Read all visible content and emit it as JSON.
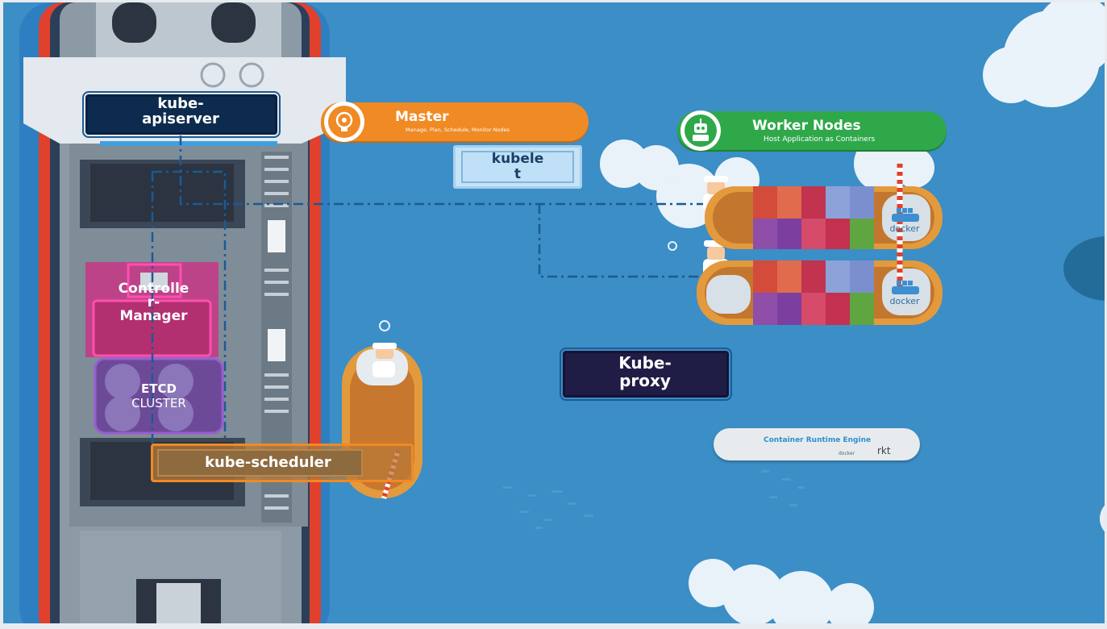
{
  "labels": {
    "kube_apiserver": "kube-\napiserver",
    "kubelet": "kubele\nt",
    "controller_manager": "Controlle\nr-\nManager",
    "etcd_line1": "ETCD",
    "etcd_line2": "CLUSTER",
    "kube_scheduler": "kube-scheduler",
    "kube_proxy": "Kube-\nproxy"
  },
  "master_banner": {
    "title": "Master",
    "subtitle": "Manage, Plan, Schedule, Monitor Nodes"
  },
  "worker_banner": {
    "title": "Worker Nodes",
    "subtitle": "Host Application as Containers"
  },
  "runtime_card": {
    "title": "Container Runtime Engine",
    "logo1": "docker",
    "logo2": "rkt"
  },
  "container_logo": "docker",
  "icons": {
    "master": "brain-gear-icon",
    "worker": "robot-icon"
  },
  "colors": {
    "water": "#3b8ec6",
    "master_orange": "#f08a24",
    "worker_green": "#2fa84a",
    "controller_pink": "#c43b86",
    "etcd_purple": "#7e4fa8",
    "scheduler_orange": "#e88a2a"
  }
}
